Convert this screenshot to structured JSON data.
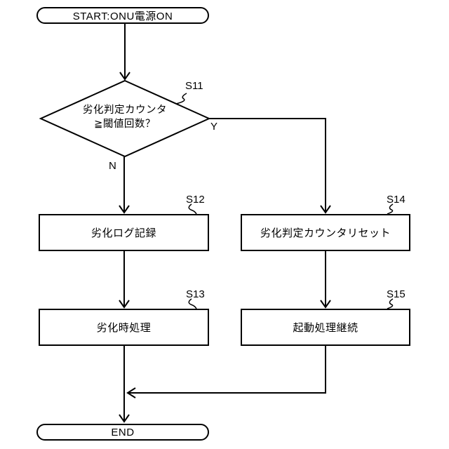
{
  "flowchart": {
    "start": {
      "label": "START:ONU電源ON"
    },
    "decision": {
      "step": "S11",
      "line1": "劣化判定カウンタ",
      "line2": "≧閾値回数？",
      "yes_label": "Y",
      "no_label": "N"
    },
    "log_step": {
      "step": "S12",
      "label": "劣化ログ記録"
    },
    "degrade_step": {
      "step": "S13",
      "label": "劣化時処理"
    },
    "reset_step": {
      "step": "S14",
      "label": "劣化判定カウンタリセット"
    },
    "continue_step": {
      "step": "S15",
      "label": "起動処理継続"
    },
    "end": {
      "label": "END"
    },
    "colors": {
      "line": "#000000",
      "background": "#ffffff"
    }
  }
}
